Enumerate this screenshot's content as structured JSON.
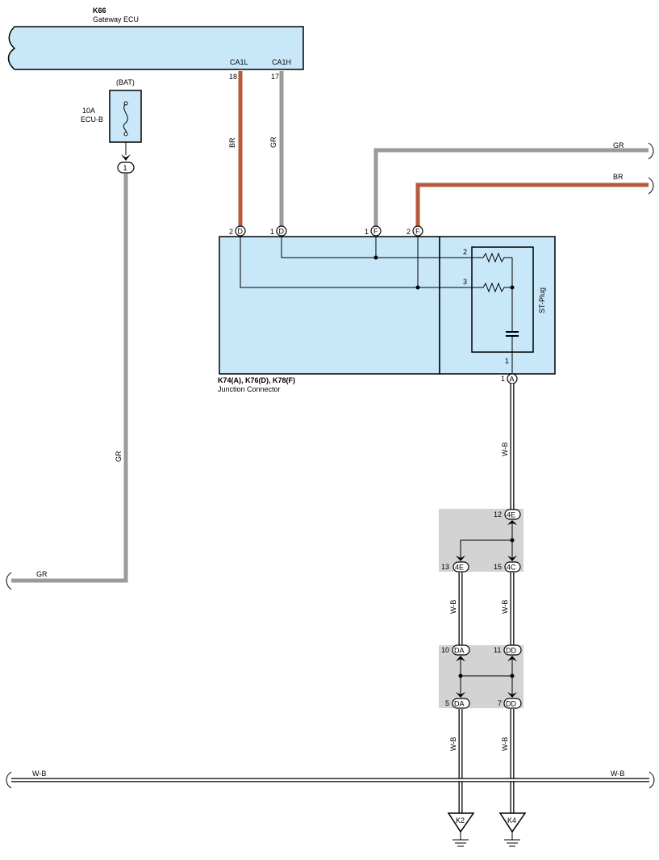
{
  "ecu": {
    "id": "K66",
    "name": "Gateway ECU",
    "pins": [
      {
        "signal": "CA1L",
        "pin": "18",
        "wire": "BR"
      },
      {
        "signal": "CA1H",
        "pin": "17",
        "wire": "GR"
      }
    ]
  },
  "fuse": {
    "source": "(BAT)",
    "rating": "10A",
    "name": "ECU-B",
    "terminal": "1"
  },
  "junction": {
    "ids": "K74(A), K76(D), K78(F)",
    "name": "Junction Connector",
    "pins": [
      {
        "num": "2",
        "conn": "D"
      },
      {
        "num": "1",
        "conn": "D"
      },
      {
        "num": "1",
        "conn": "F"
      },
      {
        "num": "2",
        "conn": "F"
      }
    ],
    "inner_pins": {
      "p2": "2",
      "p3": "3",
      "p1": "1"
    },
    "out_pin": {
      "num": "1",
      "conn": "A"
    },
    "st_plug": "ST-Plug"
  },
  "wires": {
    "right_top": "GR",
    "right_second": "BR",
    "left_bottom": "GR",
    "left_vertical": "GR",
    "out_a": "W-B",
    "mid_left": "W-B",
    "mid_right": "W-B",
    "bot_left": "W-B",
    "bot_right": "W-B",
    "bus_left": "W-B",
    "bus_right": "W-B"
  },
  "splices": {
    "upper": {
      "top_num": "12",
      "top_conn": "4E",
      "bl_num": "13",
      "bl_conn": "4E",
      "br_num": "15",
      "br_conn": "4C"
    },
    "lower": {
      "tl_num": "10",
      "tl_conn": "DA",
      "tr_num": "11",
      "tr_conn": "DD",
      "bl_num": "5",
      "bl_conn": "DA",
      "br_num": "7",
      "br_conn": "DD"
    }
  },
  "grounds": [
    "K2",
    "K4"
  ]
}
